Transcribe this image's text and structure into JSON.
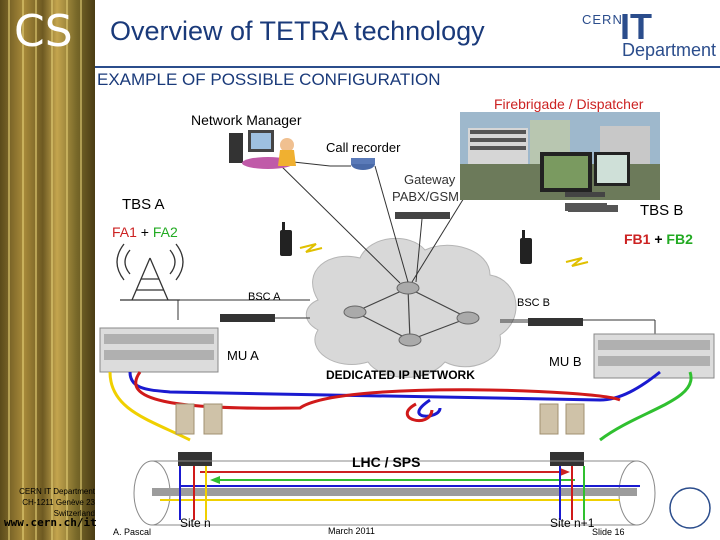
{
  "header": {
    "logo": "CS",
    "title": "Overview of TETRA technology",
    "cern_logo": {
      "top": "CERN",
      "big": "IT",
      "bottom": "Department"
    }
  },
  "subtitle": "EXAMPLE OF POSSIBLE CONFIGURATION",
  "labels": {
    "firebrigade": "Firebrigade / Dispatcher",
    "network_manager": "Network Manager",
    "call_recorder": "Call recorder",
    "gateway": "Gateway",
    "gateway2": "PABX/GSM",
    "tbs_a": "TBS A",
    "tbs_b": "TBS B",
    "fa1": "FA1",
    "plus": "+",
    "fa2": "FA2",
    "fb1": "FB1",
    "fb2": "FB2",
    "bsc_a": "BSC A",
    "bsc_b": "BSC B",
    "mu_a": "MU A",
    "mu_b": "MU B",
    "dedicated_ip": "DEDICATED IP NETWORK",
    "lhc_sps": "LHC / SPS",
    "site_n": "Site n",
    "site_n1": "Site n+1"
  },
  "footer": {
    "address": [
      "CERN IT Department",
      "CH-1211 Genève 23",
      "Switzerland"
    ],
    "web": "www.cern.ch/it",
    "author": "A. Pascal",
    "date": "March 2011",
    "slide": "Slide 16"
  },
  "colors": {
    "title": "#1a3a7a",
    "accent_red": "#cc2222",
    "accent_green": "#22aa22",
    "cable_blue": "#1a1ad0",
    "cable_red": "#d01a1a",
    "cable_yellow": "#f0d000",
    "cable_green": "#30c030"
  }
}
